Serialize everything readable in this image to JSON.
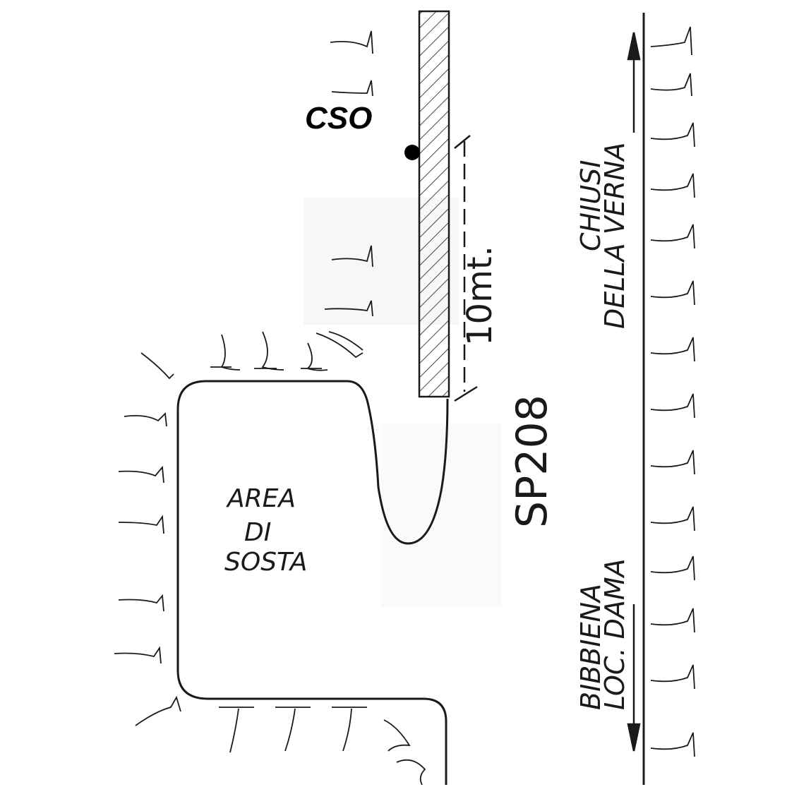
{
  "labels": {
    "cso": "CSO",
    "distance": "10mt.",
    "area_line1": "AREA",
    "area_line2": "DI",
    "area_line3": "SOSTA",
    "road": "SP208",
    "north_line1": "CHIUSI",
    "north_line2": "DELLA VERNA",
    "south_line1": "BIBBIENA",
    "south_line2": "LOC. DAMA"
  },
  "colors": {
    "ink": "#1a1a1a",
    "paper": "#ffffff",
    "marker": "#000000"
  }
}
